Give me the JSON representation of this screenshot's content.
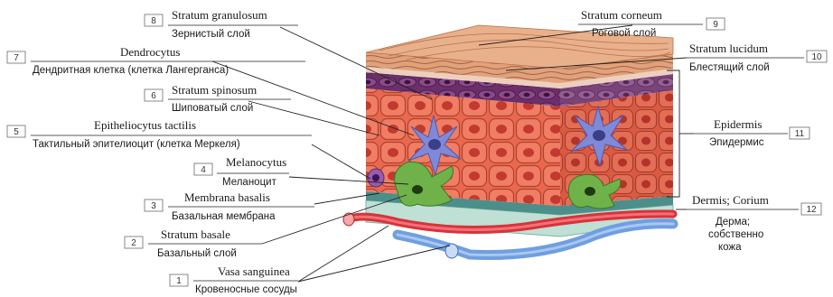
{
  "labels": {
    "l1": {
      "num": "1",
      "latin": "Vasa sanguinea",
      "ru": "Кровеносные сосуды"
    },
    "l2": {
      "num": "2",
      "latin": "Stratum basale",
      "ru": "Базальный слой"
    },
    "l3": {
      "num": "3",
      "latin": "Membrana basalis",
      "ru": "Базальная мембрана"
    },
    "l4": {
      "num": "4",
      "latin": "Melanocytus",
      "ru": "Меланоцит"
    },
    "l5": {
      "num": "5",
      "latin": "Epitheliocytus tactilis",
      "ru": "Тактильный эпителиоцит (клетка Меркеля)"
    },
    "l6": {
      "num": "6",
      "latin": "Stratum spinosum",
      "ru": "Шиповатый слой"
    },
    "l7": {
      "num": "7",
      "latin": "Dendrocytus",
      "ru": "Дендритная клетка (клетка Лангерганса)"
    },
    "l8": {
      "num": "8",
      "latin": "Stratum granulosum",
      "ru": "Зернистый слой"
    },
    "l9": {
      "num": "9",
      "latin": "Stratum corneum",
      "ru": "Роговой слой"
    },
    "l10": {
      "num": "10",
      "latin": "Stratum lucidum",
      "ru": "Блестящий слой"
    },
    "l11": {
      "num": "11",
      "latin": "Epidermis",
      "ru": "Эпидермис"
    },
    "l12": {
      "num": "12",
      "latin": "Dermis; Corium",
      "ru1": "Дерма;",
      "ru2": "собственно",
      "ru3": "кожа"
    }
  },
  "colors": {
    "corneum": "#d99a73",
    "lucidum": "#e9c7b2",
    "granulosum": "#7a3d7a",
    "spinosum": "#e56a52",
    "basale": "#d9573f",
    "melanocyte": "#6fb24a",
    "langerhans": "#7f89d8",
    "membrane": "#4c8f8a",
    "dermis": "#bfe0d4",
    "artery": "#d9323a",
    "vein": "#6f9fe0"
  }
}
